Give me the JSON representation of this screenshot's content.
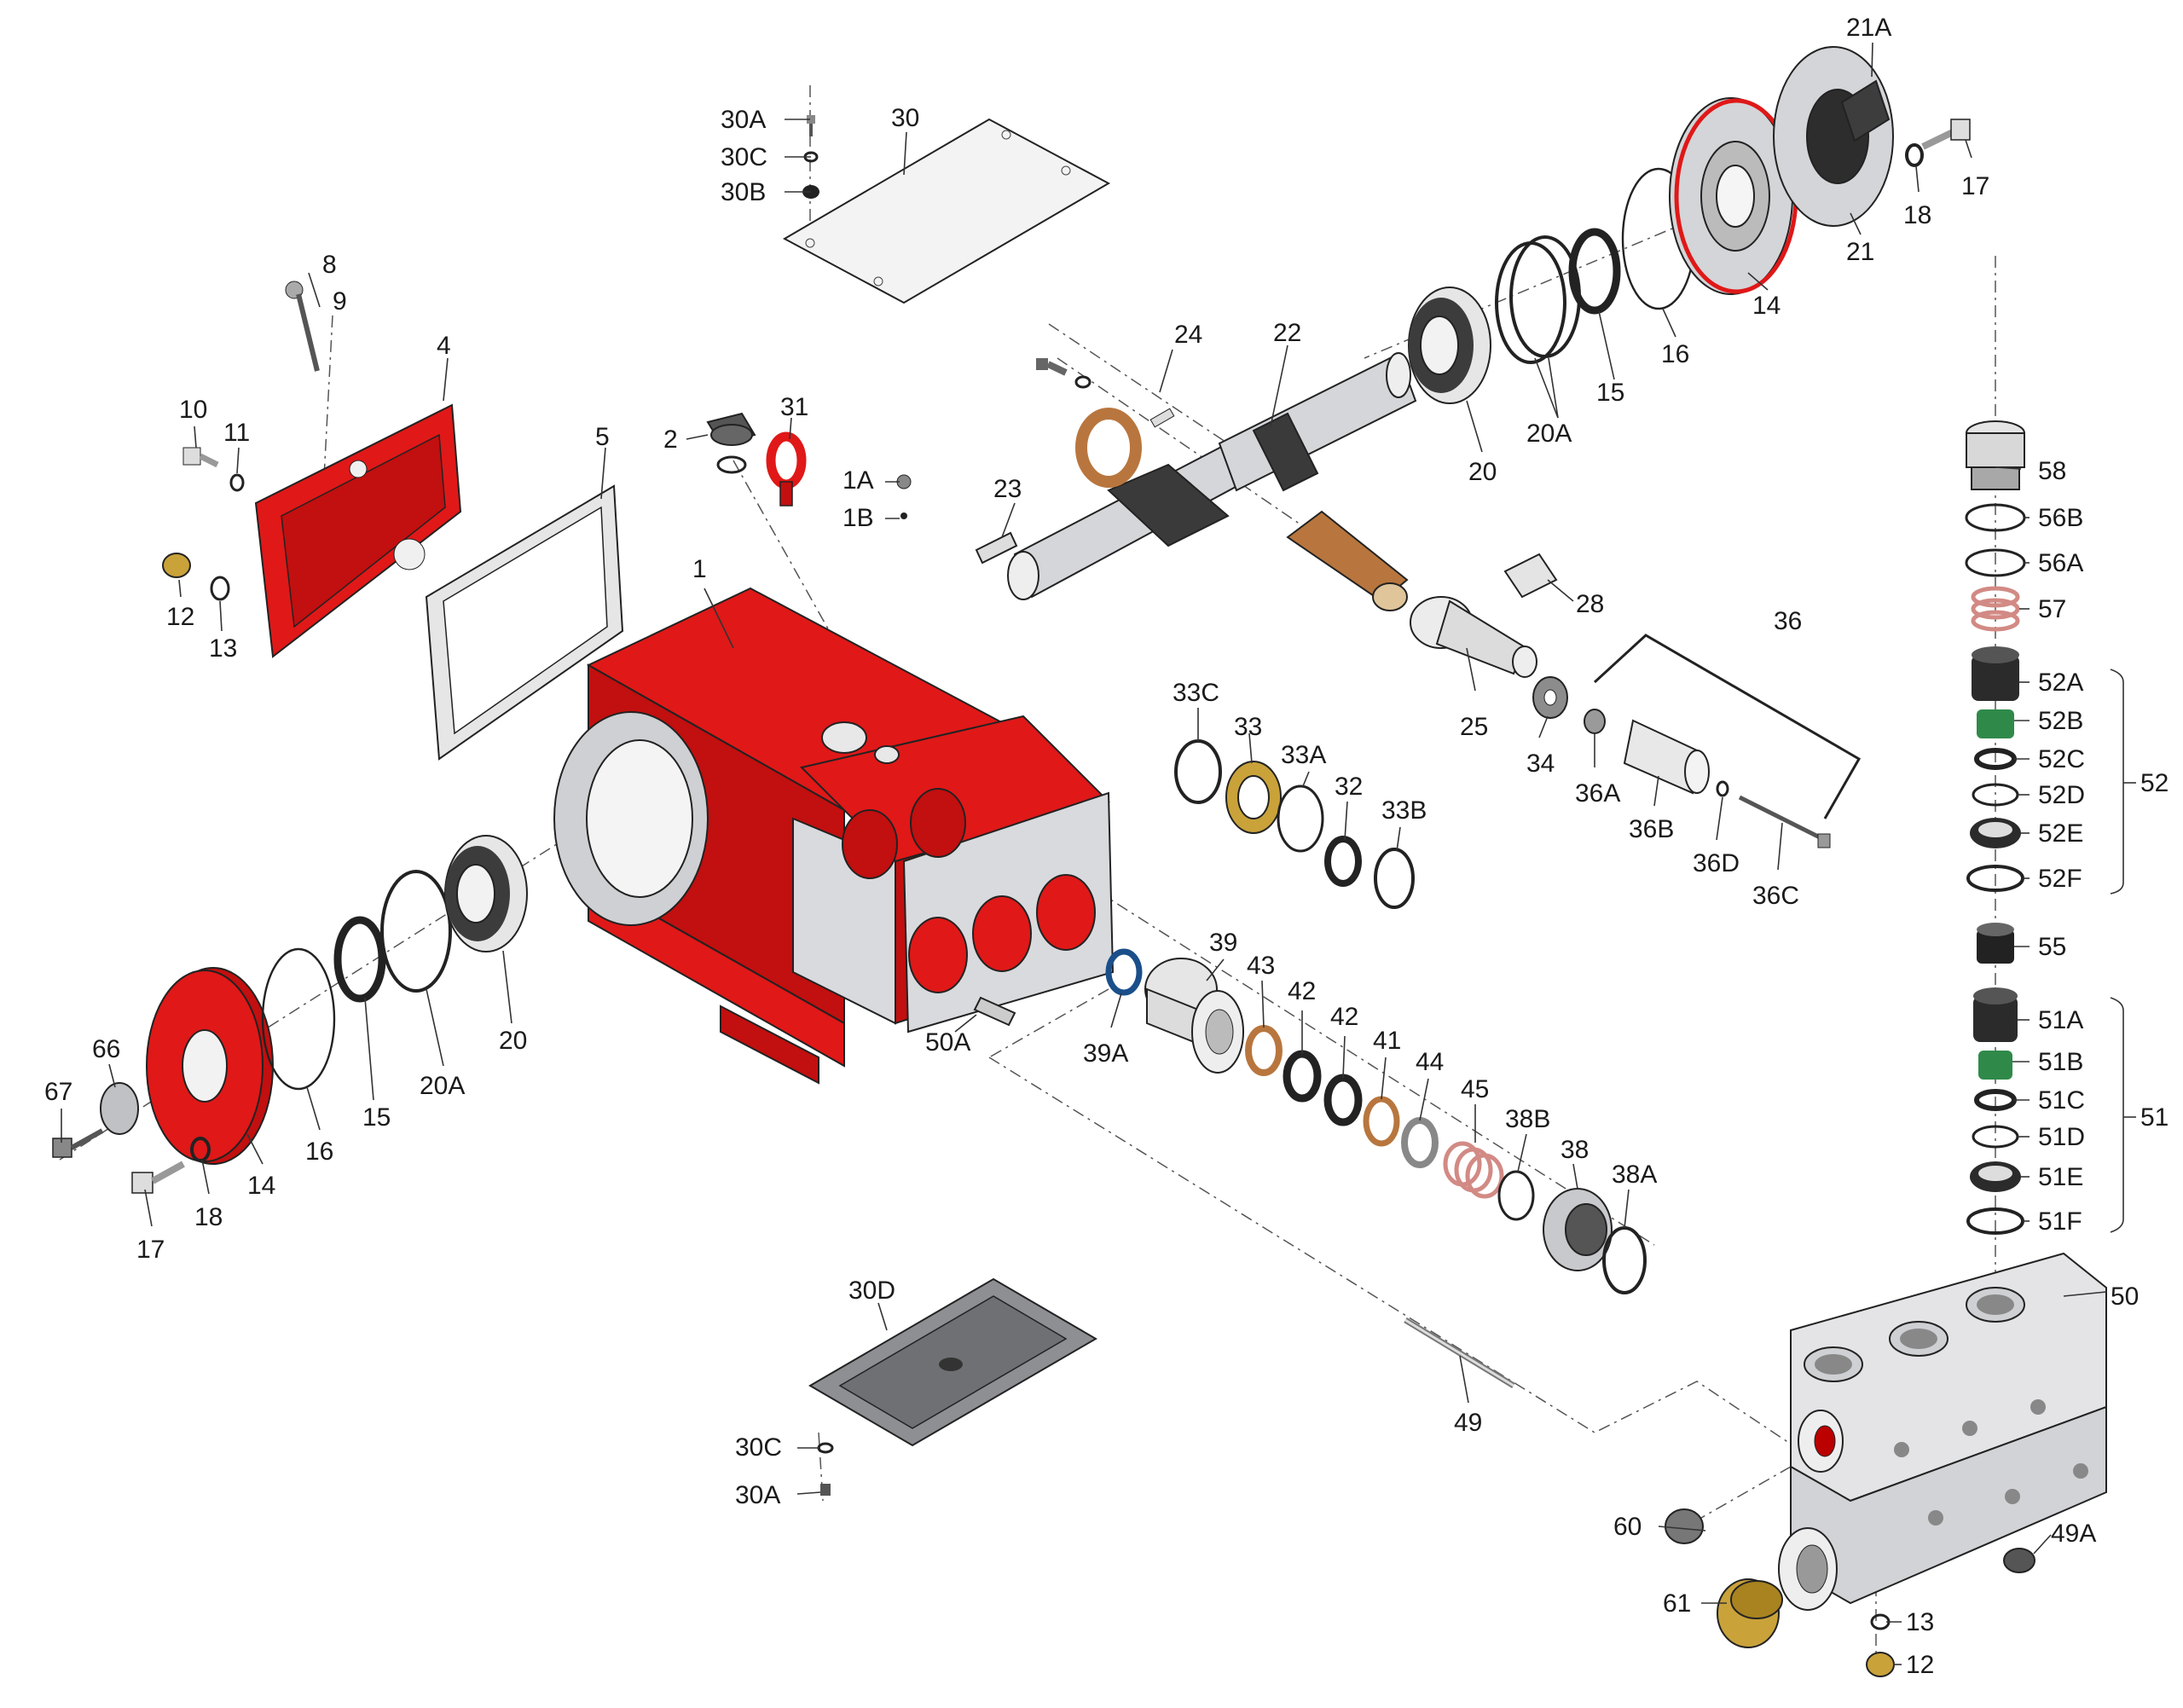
{
  "labels": {
    "l1": "1",
    "l1A": "1A",
    "l1B": "1B",
    "l2": "2",
    "l4": "4",
    "l5": "5",
    "l8": "8",
    "l9": "9",
    "l10": "10",
    "l11": "11",
    "l12": "12",
    "l13": "13",
    "l14": "14",
    "l15": "15",
    "l16": "16",
    "l17": "17",
    "l18": "18",
    "l20": "20",
    "l20A": "20A",
    "l66": "66",
    "l67": "67",
    "r14": "14",
    "r15": "15",
    "r16": "16",
    "r17": "17",
    "r18": "18",
    "r20": "20",
    "r20A": "20A",
    "l21": "21",
    "l21A": "21A",
    "l22": "22",
    "l23": "23",
    "l24": "24",
    "l25": "25",
    "l28": "28",
    "l30": "30",
    "l30A": "30A",
    "l30B": "30B",
    "l30C": "30C",
    "b30A": "30A",
    "b30C": "30C",
    "l30D": "30D",
    "l31": "31",
    "l32": "32",
    "l33": "33",
    "l33A": "33A",
    "l33B": "33B",
    "l33C": "33C",
    "l34": "34",
    "l36": "36",
    "l36A": "36A",
    "l36B": "36B",
    "l36C": "36C",
    "l36D": "36D",
    "l38": "38",
    "l38A": "38A",
    "l38B": "38B",
    "l39": "39",
    "l39A": "39A",
    "l41": "41",
    "l42a": "42",
    "l42b": "42",
    "l43": "43",
    "l44": "44",
    "l45": "45",
    "l49": "49",
    "l49A": "49A",
    "l50": "50",
    "l50A": "50A",
    "l51": "51",
    "l51A": "51A",
    "l51B": "51B",
    "l51C": "51C",
    "l51D": "51D",
    "l51E": "51E",
    "l51F": "51F",
    "l52": "52",
    "l52A": "52A",
    "l52B": "52B",
    "l52C": "52C",
    "l52D": "52D",
    "l52E": "52E",
    "l52F": "52F",
    "l55": "55",
    "l56A": "56A",
    "l56B": "56B",
    "l57": "57",
    "l58": "58",
    "l60": "60",
    "l61": "61",
    "m12": "12",
    "m13": "13"
  },
  "colors": {
    "housing_red": "#e01818",
    "steel": "#d9dadd",
    "bronze": "#b8763e",
    "brass": "#c9a23a",
    "seal_green": "#2f8a4a"
  }
}
